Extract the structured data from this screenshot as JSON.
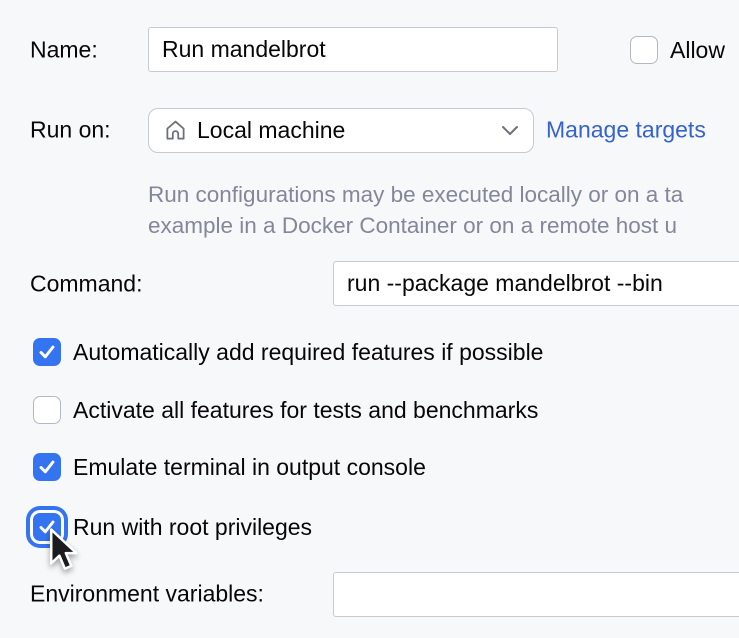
{
  "form": {
    "name": {
      "label": "Name:",
      "value": "Run mandelbrot"
    },
    "allow": {
      "label": "Allow",
      "checked": false
    },
    "run_on": {
      "label": "Run on:",
      "selected_value": "Local machine",
      "manage_link": "Manage targets"
    },
    "help": {
      "line1": "Run configurations may be executed locally or on a ta",
      "line2": "example in a Docker Container or on a remote host u"
    },
    "command": {
      "label": "Command:",
      "value": "run --package mandelbrot --bin"
    },
    "checkboxes": [
      {
        "label": "Automatically add required features if possible",
        "checked": true,
        "focused": false
      },
      {
        "label": "Activate all features for tests and benchmarks",
        "checked": false,
        "focused": false
      },
      {
        "label": "Emulate terminal in output console",
        "checked": true,
        "focused": false
      },
      {
        "label": "Run with root privileges",
        "checked": true,
        "focused": true
      }
    ],
    "environment": {
      "label": "Environment variables:",
      "value": ""
    }
  },
  "icons": {
    "home": "home-icon",
    "chevron": "chevron-down-icon",
    "check": "checkmark-icon",
    "cursor": "mouse-cursor-icon"
  },
  "colors": {
    "background": "#F7F8FA",
    "accent": "#3574F0",
    "link": "#3462CE",
    "text": "#070709",
    "help_text": "#83879A",
    "input_border": "#C7CAD4",
    "checkbox_border": "#B4B8C4"
  }
}
